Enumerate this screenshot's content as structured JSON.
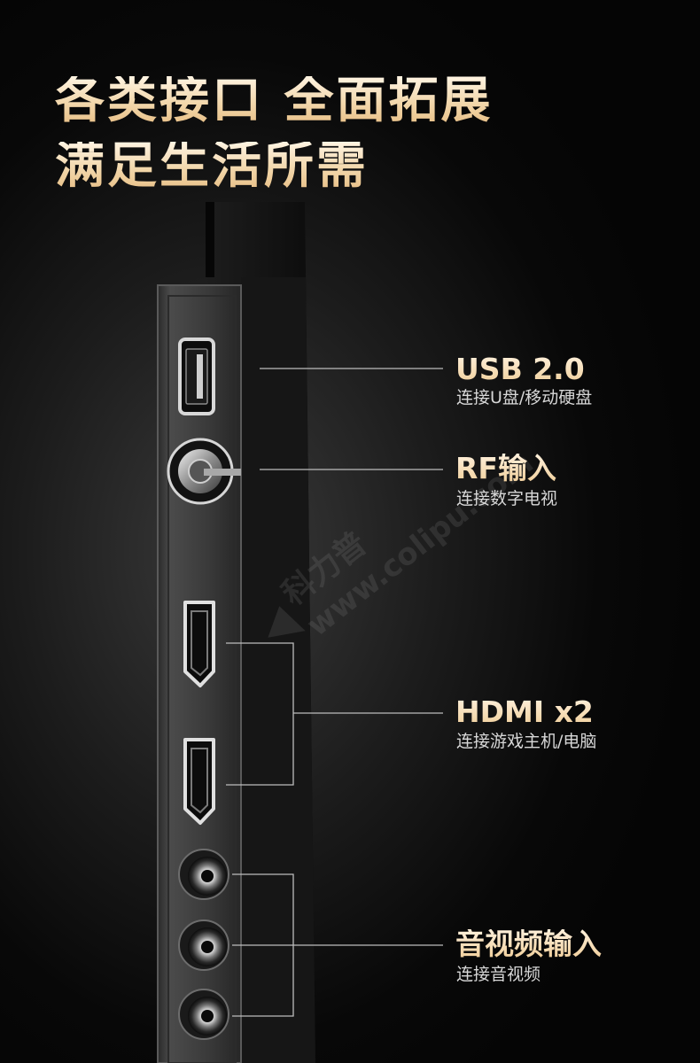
{
  "headline": {
    "line1": "各类接口 全面拓展",
    "line2": "满足生活所需"
  },
  "ports": [
    {
      "id": "usb",
      "title": "USB 2.0",
      "desc": "连接U盘/移动硬盘"
    },
    {
      "id": "rf",
      "title": "RF输入",
      "desc": "连接数字电视"
    },
    {
      "id": "hdmi",
      "title": "HDMI x2",
      "desc": "连接游戏主机/电脑"
    },
    {
      "id": "av",
      "title": "音视频输入",
      "desc": "连接音视频"
    }
  ],
  "watermark": {
    "brand": "科力普",
    "url": "www.colipu.com"
  },
  "colors": {
    "title_gold": "#f0cf9c",
    "leader_line": "#bdbdbd",
    "background": "#050505"
  },
  "icons": [
    "usb-port-icon",
    "rf-coax-port-icon",
    "hdmi-port-icon",
    "rca-jack-icon"
  ]
}
